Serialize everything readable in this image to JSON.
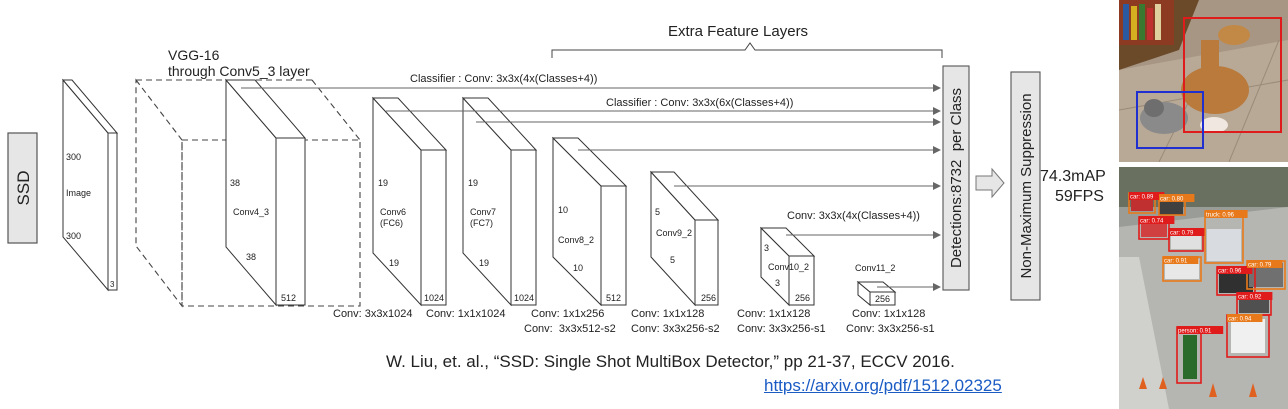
{
  "ssd_label": "SSD",
  "vgg": {
    "line1": "VGG-16",
    "line2": "through Conv5_3 layer"
  },
  "extra_layers": "Extra Feature Layers",
  "image": {
    "label": "Image",
    "h": "300",
    "w": "300",
    "d": "3"
  },
  "conv4_3": {
    "label": "Conv4_3",
    "h": "38",
    "w": "38",
    "d": "512"
  },
  "conv6": {
    "label": "Conv6",
    "sub": "(FC6)",
    "h": "19",
    "w": "19",
    "d": "1024"
  },
  "conv7": {
    "label": "Conv7",
    "sub": "(FC7)",
    "h": "19",
    "w": "19",
    "d": "1024"
  },
  "conv8_2": {
    "label": "Conv8_2",
    "h": "10",
    "w": "10",
    "d": "512"
  },
  "conv9_2": {
    "label": "Conv9_2",
    "h": "5",
    "w": "5",
    "d": "256"
  },
  "conv10_2": {
    "label": "Conv10_2",
    "h": "3",
    "w": "3",
    "d": "256"
  },
  "conv11_2": {
    "label": "Conv11_2",
    "d": "256"
  },
  "conv_labels": {
    "c1": "Conv: 3x3x1024",
    "c2": "Conv: 1x1x1024",
    "c3a": "Conv: 1x1x256",
    "c3b": "Conv:  3x3x512-s2",
    "c4a": "Conv: 1x1x128",
    "c4b": "Conv: 3x3x256-s2",
    "c5a": "Conv: 1x1x128",
    "c5b": "Conv: 3x3x256-s1",
    "c6a": "Conv: 1x1x128",
    "c6b": "Conv: 3x3x256-s1"
  },
  "classifiers": {
    "c1": "Classifier : Conv: 3x3x(4x(Classes+4))",
    "c2": "Classifier : Conv: 3x3x(6x(Classes+4))",
    "c3": "Conv: 3x3x(4x(Classes+4))"
  },
  "detections": "Detections:8732  per Class",
  "nms": "Non-Maximum Suppression",
  "result": {
    "map": "74.3mAP",
    "fps": "59FPS"
  },
  "citation": "W. Liu, et. al., “SSD: Single Shot MultiBox Detector,” pp 21-37, ECCV 2016.",
  "link": "https://arxiv.org/pdf/1512.02325",
  "photo1_labels": [],
  "photo2_labels": [
    "car: 0.89",
    "car: 0.80",
    "car: 0.74",
    "truck: 0.96",
    "car: 0.79",
    "car: 0.91",
    "car: 0.96",
    "car: 0.79",
    "car: 0.92",
    "car: 0.94",
    "person: 0.91"
  ],
  "colors": {
    "accent": "#1a5bc4",
    "box_red": "#e01b1b",
    "box_blue": "#1f2fd0",
    "box_orange": "#e8791a"
  }
}
